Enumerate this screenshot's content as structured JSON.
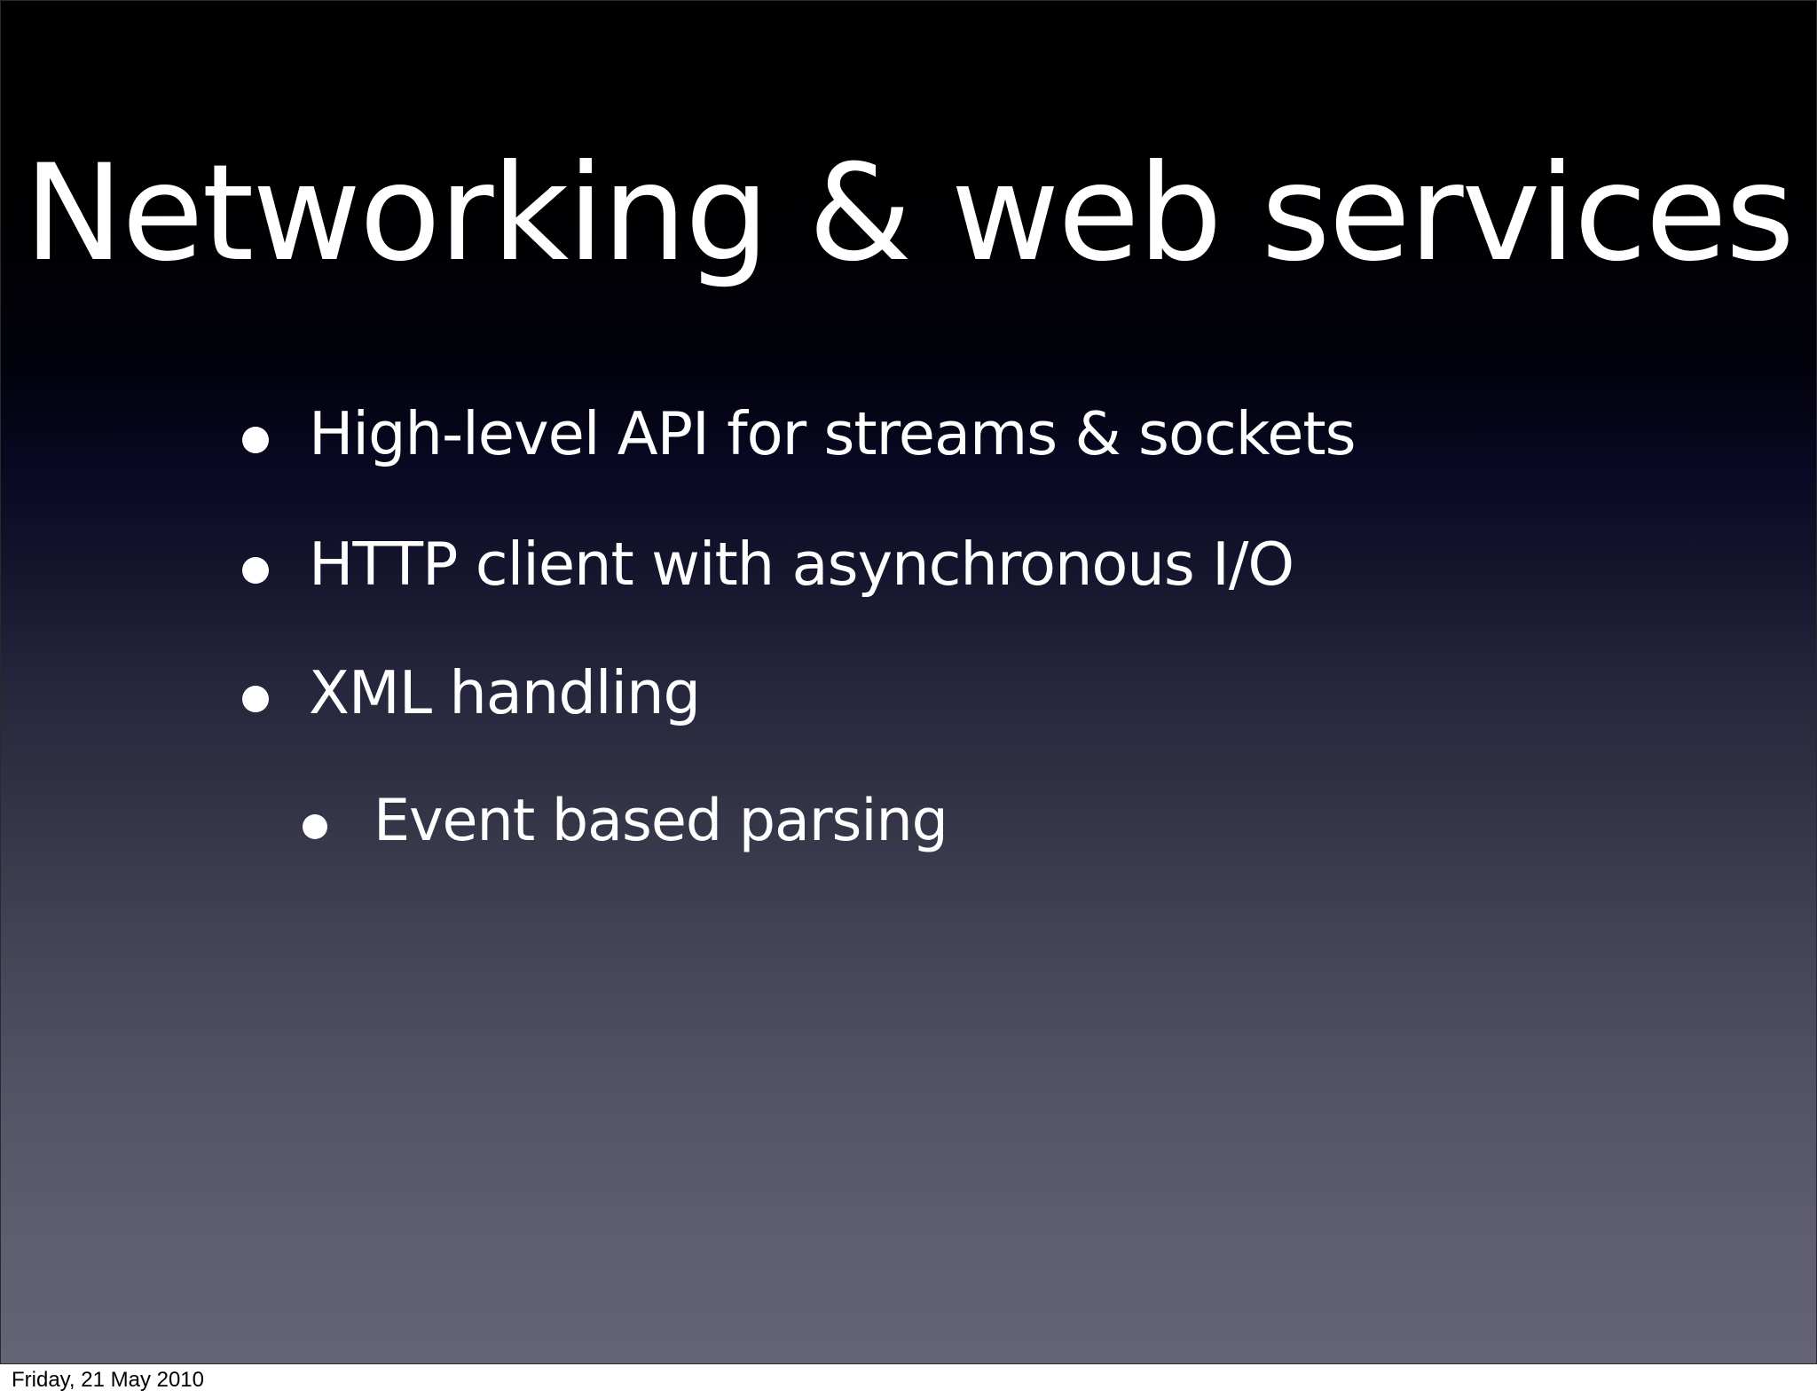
{
  "slide": {
    "title": "Networking & web services",
    "bullets": [
      {
        "text": "High-level API for streams & sockets",
        "level": 1
      },
      {
        "text": "HTTP client with asynchronous I/O",
        "level": 1
      },
      {
        "text": "XML handling",
        "level": 1
      },
      {
        "text": "Event based parsing",
        "level": 2
      }
    ]
  },
  "footer": {
    "date": "Friday, 21 May 2010"
  }
}
